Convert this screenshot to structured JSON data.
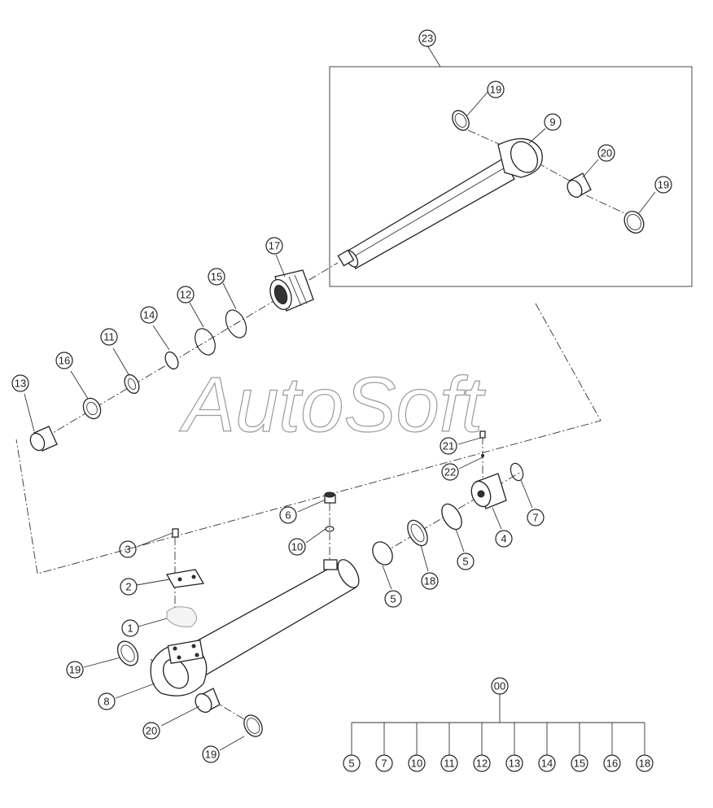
{
  "watermark": "AutoSoft",
  "callouts": {
    "c23": "23",
    "c19a": "19",
    "c9": "9",
    "c20a": "20",
    "c19b": "19",
    "c17": "17",
    "c15": "15",
    "c12": "12",
    "c14": "14",
    "c11": "11",
    "c16": "16",
    "c13": "13",
    "c21": "21",
    "c22": "22",
    "c7": "7",
    "c4": "4",
    "c6": "6",
    "c10": "10",
    "c5a": "5",
    "c18": "18",
    "c5b": "5",
    "c3": "3",
    "c2": "2",
    "c1": "1",
    "c19c": "19",
    "c8": "8",
    "c20b": "20",
    "c19d": "19"
  },
  "kit": {
    "root": "00",
    "items": [
      "5",
      "7",
      "10",
      "11",
      "12",
      "13",
      "14",
      "15",
      "16",
      "18"
    ]
  }
}
